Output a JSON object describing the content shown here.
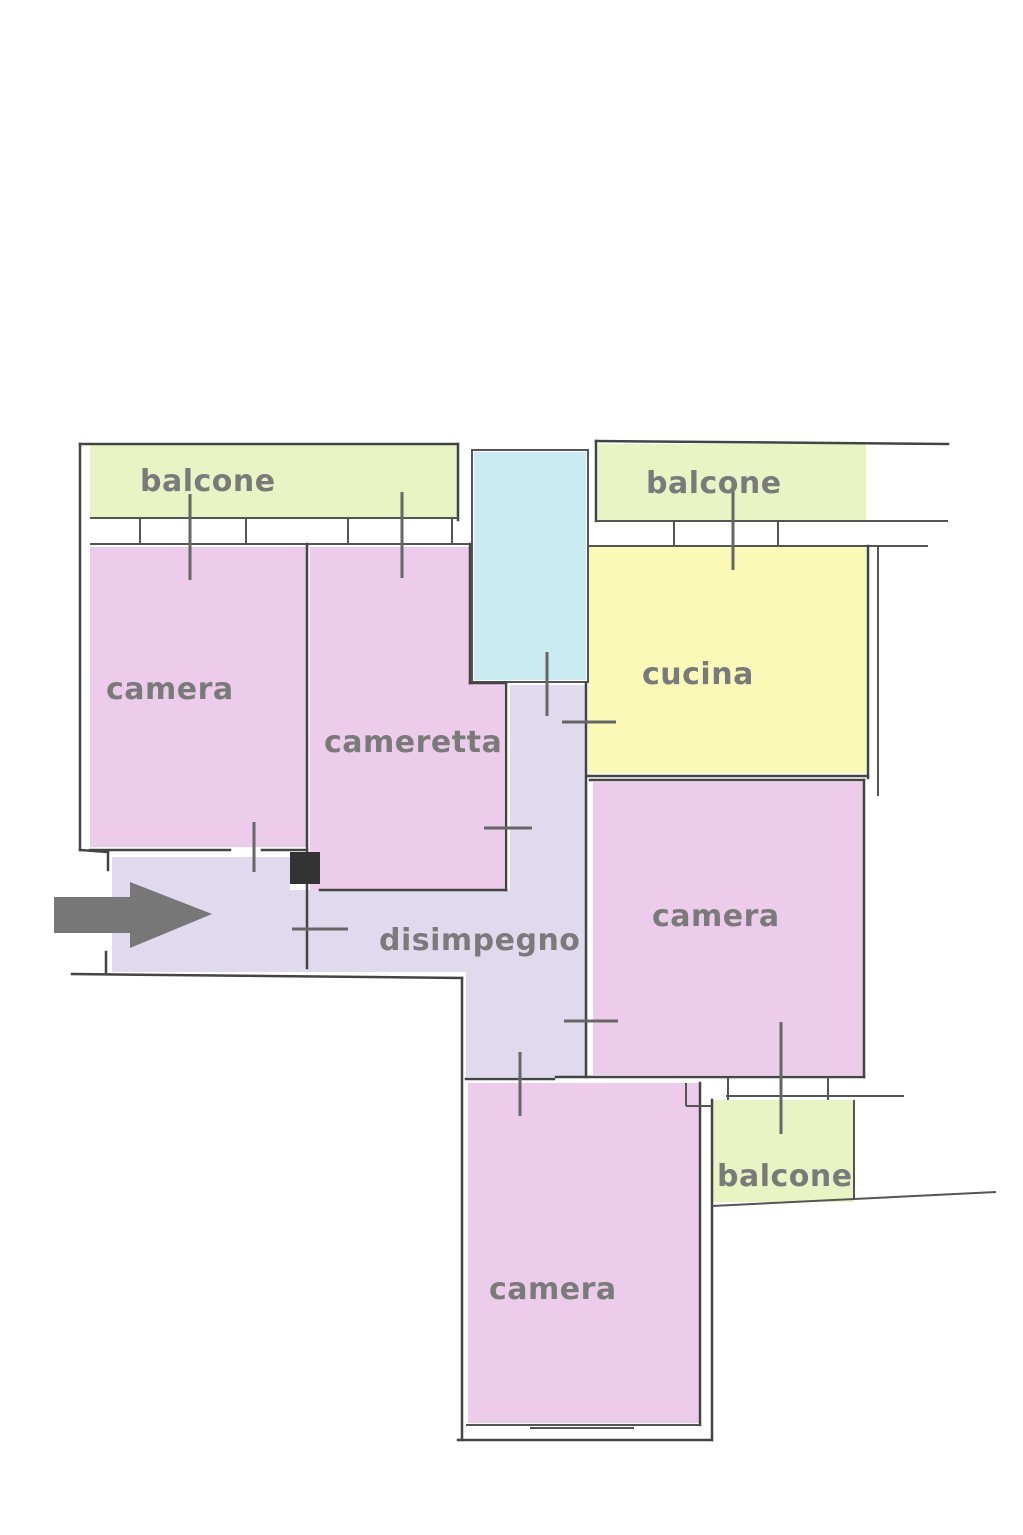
{
  "plan": {
    "colors": {
      "balcony": "#e8f4c4",
      "bedroom": "#ecccea",
      "hall": "#e0daee",
      "kitchen": "#fbf9b8",
      "bathroom": "#cbebf2",
      "label": "#7a7a7a",
      "arrow": "#777777"
    },
    "labels": {
      "balcone_top_left": "balcone",
      "balcone_top_right": "balcone",
      "balcone_bottom_right": "balcone",
      "camera_left": "camera",
      "cameretta": "cameretta",
      "cucina": "cucina",
      "disimpegno": "disimpegno",
      "camera_right": "camera",
      "camera_bottom": "camera"
    },
    "entrance_icon": "arrow-right-icon"
  }
}
